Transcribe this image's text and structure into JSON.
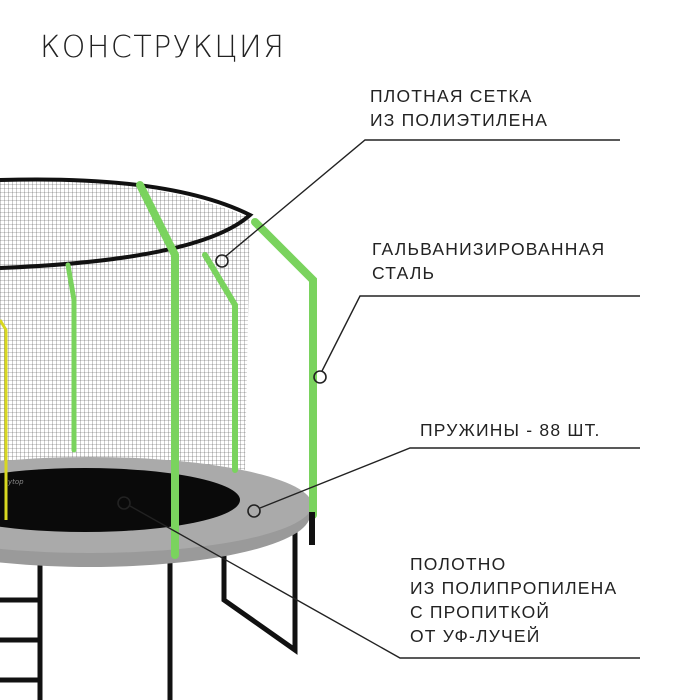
{
  "title": "КОНСТРУКЦИЯ",
  "brand_on_mat": "ytop",
  "colors": {
    "frame_green": "#7ad35e",
    "pad_gray": "#9a9a9a",
    "mat": "#0a0a0a",
    "leader": "#222222"
  },
  "callouts": [
    {
      "lines": [
        "ПЛОТНАЯ СЕТКА",
        "ИЗ ПОЛИЭТИЛЕНА"
      ]
    },
    {
      "lines": [
        "ГАЛЬВАНИЗИРОВАННАЯ",
        "СТАЛЬ"
      ]
    },
    {
      "lines": [
        "ПРУЖИНЫ - 88 ШТ."
      ]
    },
    {
      "lines": [
        "ПОЛОТНО",
        "ИЗ ПОЛИПРОПИЛЕНА",
        "С ПРОПИТКОЙ",
        "ОТ УФ-ЛУЧЕЙ"
      ]
    }
  ]
}
